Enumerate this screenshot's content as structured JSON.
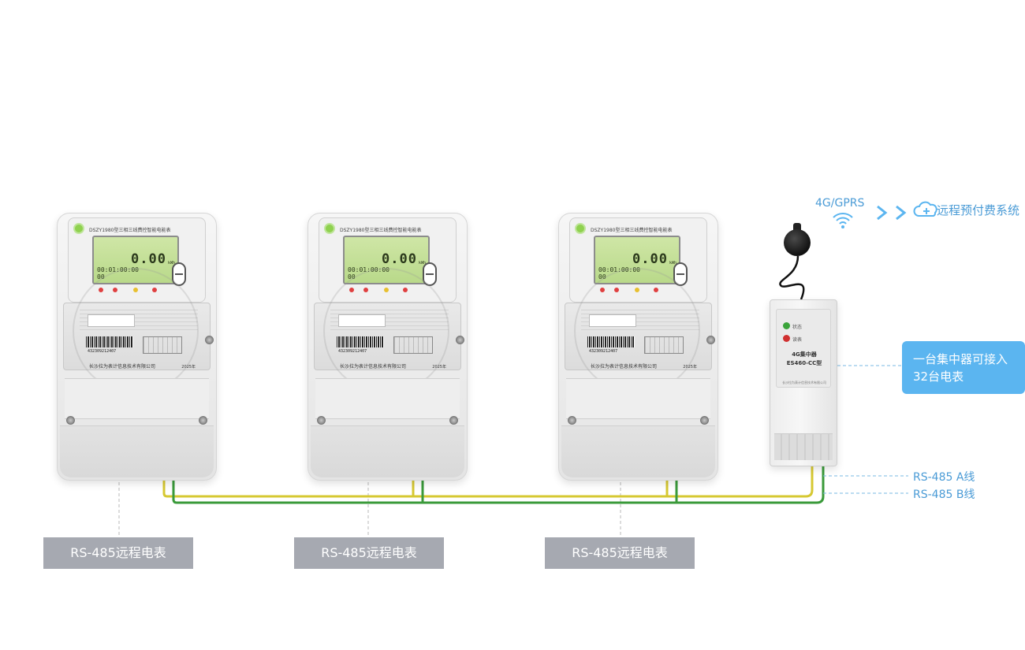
{
  "meter_labels": [
    "RS-485远程电表",
    "RS-485远程电表",
    "RS-485远程电表"
  ],
  "meter": {
    "title": "DSZY1980型三相三线费控智能电能表",
    "reading": "0.00",
    "unit": "kWh",
    "time": "00:01:00:00",
    "time_sub": "00",
    "serial": "432309212407",
    "company": "长沙拉为表计信息技术有限公司",
    "year": "2025年"
  },
  "concentrator": {
    "status_label": "状态",
    "meter_read_label": "读表",
    "model_line1": "4G集中器",
    "model_line2": "ES460-CC型"
  },
  "network": {
    "gprs_label": "4G/GPRS",
    "system_label": "远程预付费系统"
  },
  "info_box": "一台集中器可接入\n32台电表",
  "bus": {
    "a_label": "RS-485 A线",
    "b_label": "RS-485 B线"
  },
  "colors": {
    "wire_a": "#d6c832",
    "wire_b": "#3a9a3a",
    "accent": "#4a9bd6",
    "label_bg": "#a6a9b1",
    "info_bg": "#5bb5f0"
  }
}
